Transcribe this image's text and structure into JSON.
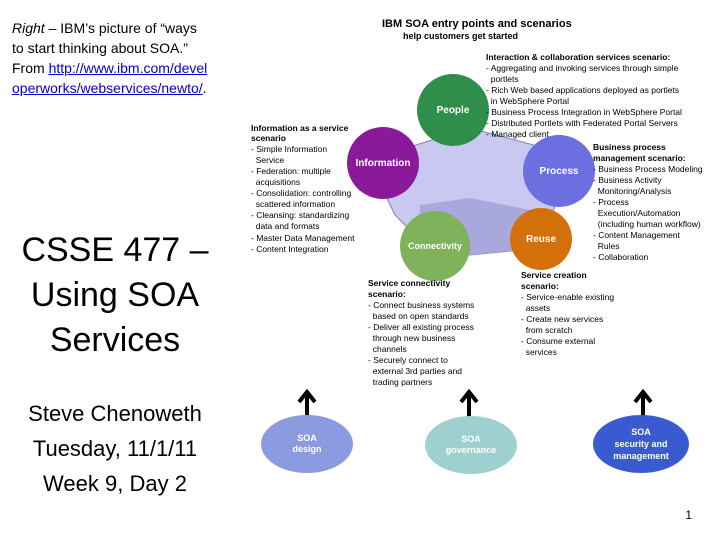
{
  "caption": {
    "italic": "Right",
    "text": " – IBM’s picture of “ways to start thinking about SOA.”  From ",
    "link": "http://www.ibm.com/developerworks/webservices/newto/",
    "end": "."
  },
  "title": "CSSE 477 – Using SOA Services",
  "author": {
    "name": "Steve Chenoweth",
    "date": "Tuesday, 11/1/11",
    "week": "Week 9, Day 2"
  },
  "page_number": "1",
  "diagram": {
    "heading1": "IBM SOA entry points and scenarios",
    "heading2": "help customers get started",
    "nodes": {
      "people": "People",
      "information": "Information",
      "process": "Process",
      "connectivity": "Connectivity",
      "reuse": "Reuse"
    },
    "foundations": {
      "design": [
        "SOA",
        "design"
      ],
      "governance": [
        "SOA",
        "governance"
      ],
      "security": [
        "SOA",
        "security and",
        "management"
      ]
    },
    "scenarios": {
      "interaction": [
        "Interaction & collaboration services scenario:",
        "- Aggregating and invoking services through simple",
        "  portlets",
        "- Rich Web based applications deployed as portlets",
        "  in WebSphere Portal",
        "- Business Process Integration in WebSphere Portal",
        "- Distributed Portlets with Federated Portal Servers",
        "- Managed client"
      ],
      "information": [
        "Information as a service",
        "scenario",
        "- Simple Information",
        "  Service",
        "- Federation: multiple",
        "  acquisitions",
        "- Consolidation: controlling",
        "  scattered information",
        "- Cleansing: standardizing",
        "  data and formats",
        "- Master Data Management",
        "- Content Integration"
      ],
      "business_process": [
        "Business process",
        "management scenario:",
        "- Business Process Modeling",
        "- Business Activity",
        "  Monitoring/Analysis",
        "- Process",
        "  Execution/Automation",
        "  (including human workflow)",
        "- Content Management",
        "  Rules",
        "- Collaboration"
      ],
      "connectivity": [
        "Service connectivity",
        "scenario:",
        "- Connect business systems",
        "  based on open standards",
        "- Deliver all existing process",
        "  through new business",
        "  channels",
        "- Securely connect to",
        "  external 3rd parties and",
        "  trading partners"
      ],
      "service_creation": [
        "Service creation",
        "scenario:",
        "- Service-enable existing",
        "  assets",
        "- Create new services",
        "  from scratch",
        "- Consume external",
        "  services"
      ]
    },
    "colors": {
      "people": "#2f8f4a",
      "information": "#8a1a9a",
      "process": "#6b6fe0",
      "connectivity": "#7fb25a",
      "reuse": "#d4700a",
      "hub": "#c8c8f0",
      "design": "#8c9be0",
      "governance": "#9fd0d0",
      "security": "#3a5bd0"
    }
  }
}
